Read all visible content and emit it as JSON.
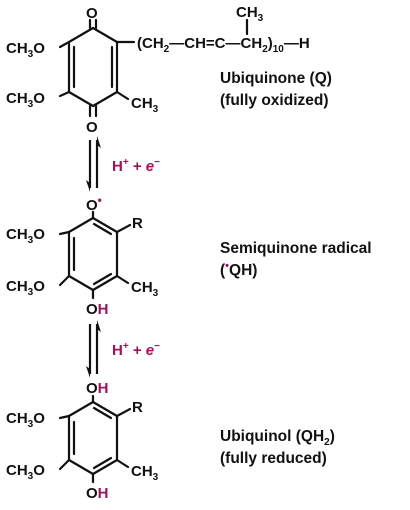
{
  "ubiquinone": {
    "name": "Ubiquinone (Q)",
    "state": "(fully oxidized)",
    "ring_o_top": "O",
    "ring_o_bottom": "O",
    "methoxy": "CH",
    "methoxy_sub": "3",
    "methoxy_o": "O",
    "methyl": "CH",
    "methyl_sub": "3",
    "chain_open": "(CH",
    "chain_sub2": "2",
    "chain_mid": "—CH",
    "chain_eq": "=",
    "chain_c": "C",
    "chain_tail": "—CH",
    "chain_close": ")",
    "chain_n": "10",
    "chain_h": "—H",
    "branch_methyl": "CH",
    "branch_sub": "3"
  },
  "step1": {
    "h": "H",
    "plus_sup": "+",
    "plus": " + ",
    "e": "e",
    "minus_sup": "−"
  },
  "semiquinone": {
    "name": "Semiquinone radical",
    "abbr_open": "(",
    "radical_dot": "•",
    "abbr": "QH)",
    "o_top": "O",
    "o_dot": "•",
    "r_group": "R",
    "oh_o": "O",
    "oh_h": "H"
  },
  "step2": {
    "h": "H",
    "plus_sup": "+",
    "plus": " + ",
    "e": "e",
    "minus_sup": "−"
  },
  "ubiquinol": {
    "name": "Ubiquinol (QH",
    "name_sub": "2",
    "name_close": ")",
    "state": "(fully reduced)",
    "oh_o": "O",
    "oh_h": "H",
    "r_group": "R"
  },
  "colors": {
    "ink": "#111111",
    "accent": "#a0125a"
  }
}
